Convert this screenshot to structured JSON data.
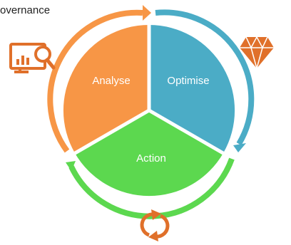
{
  "header": {
    "text": "overnance"
  },
  "segments": [
    {
      "label": "Analyse",
      "color": "#f79646"
    },
    {
      "label": "Optimise",
      "color": "#4bacc6"
    },
    {
      "label": "Action",
      "color": "#5cd84f"
    }
  ],
  "icons": {
    "analyse": "monitor-chart-magnifier-icon",
    "optimise": "diamond-icon",
    "action": "refresh-cycle-icon"
  },
  "colors": {
    "orange": "#f79646",
    "blue": "#4bacc6",
    "green": "#5cd84f",
    "icon_orange": "#e0702a"
  }
}
